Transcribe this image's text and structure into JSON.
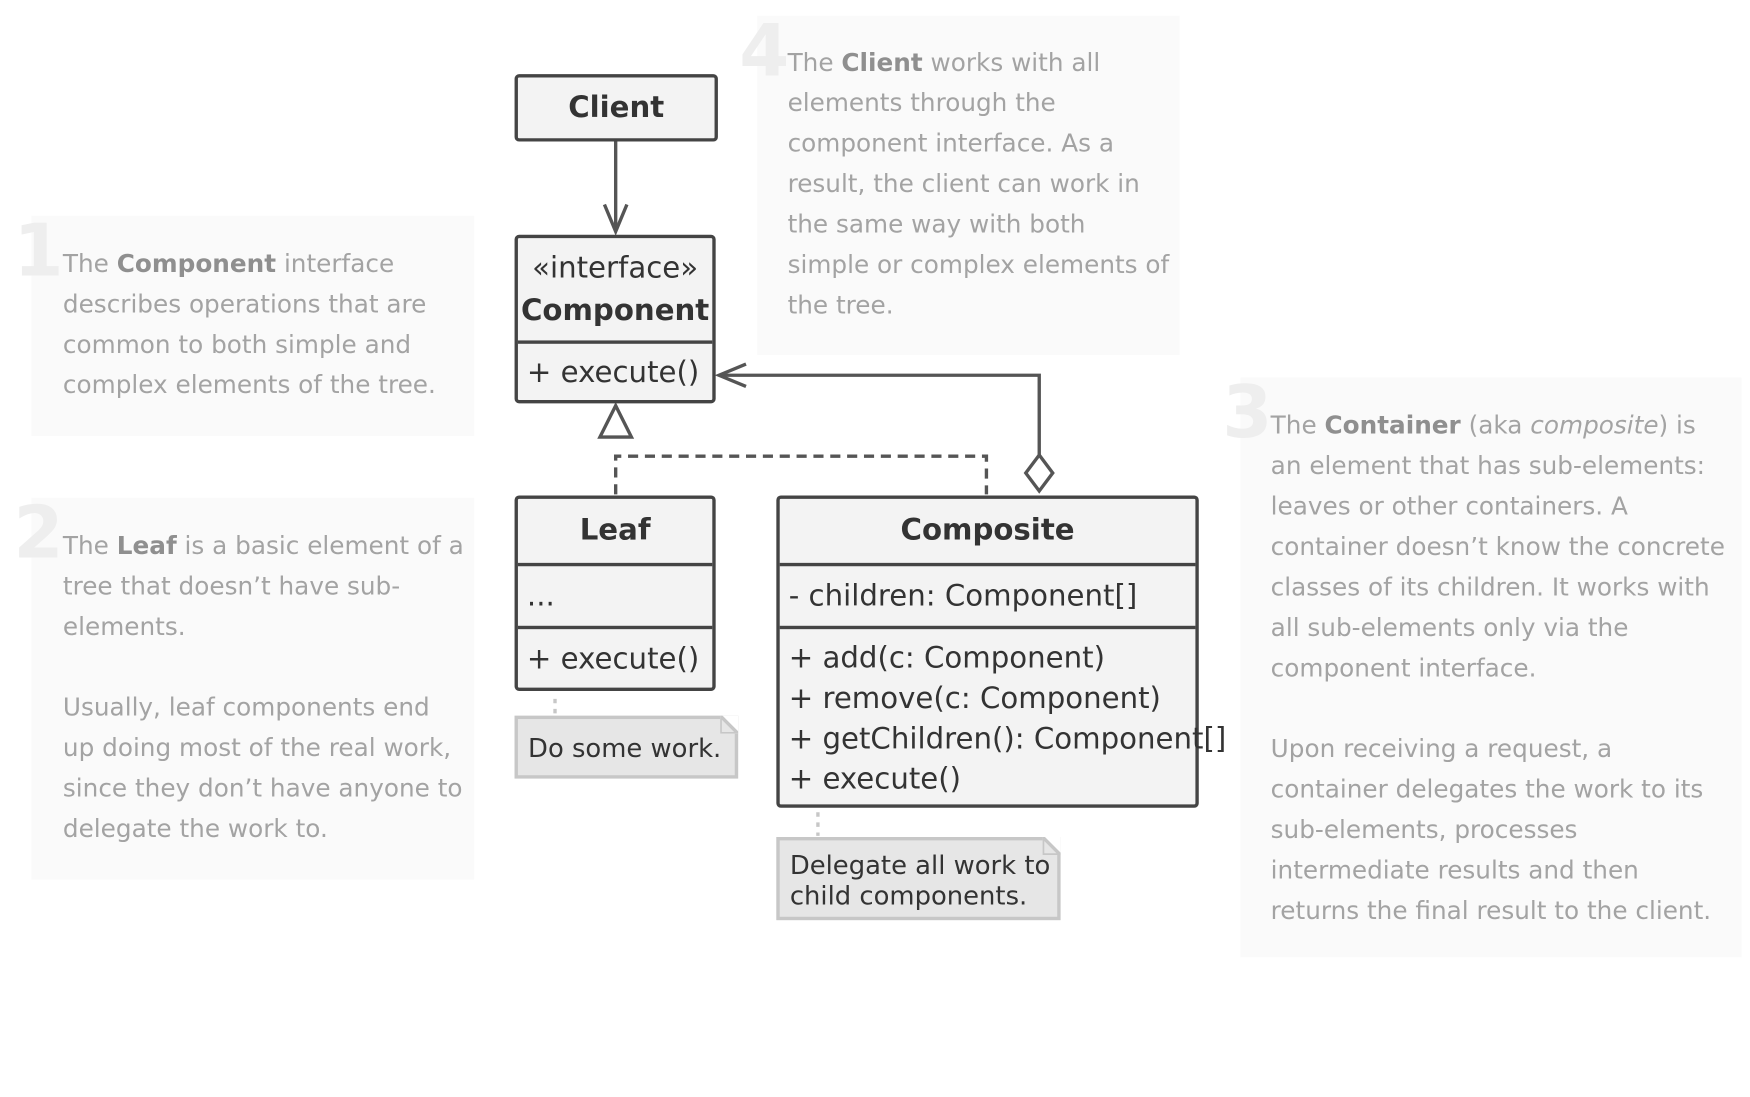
{
  "panels": {
    "p1": {
      "number": "1",
      "before": "The ",
      "bold": "Component",
      "after": " interface describes operations that are common to both simple and complex elements of the tree."
    },
    "p2": {
      "number": "2",
      "before": "The ",
      "bold": "Leaf",
      "after": " is a basic element of a tree that doesn’t have sub-elements.",
      "second": "Usually, leaf components end up doing most of the real work, since they don’t have anyone to delegate the work to."
    },
    "p3": {
      "number": "3",
      "before": "The ",
      "bold": "Container",
      "middle": " (aka ",
      "italic": "composite",
      "after": ") is an element that has sub-elements: leaves or other containers. A container doesn’t know the concrete classes of its children. It works with all sub-elements only via the component interface.",
      "second": "Upon receiving a request, a container delegates the work to its sub-elements, processes intermediate results and then returns the final result to the client."
    },
    "p4": {
      "number": "4",
      "before": "The ",
      "bold": "Client",
      "after": " works with all elements through the component interface. As a result, the client can work in the same way with both simple or complex elements of the tree."
    }
  },
  "uml": {
    "client": {
      "name": "Client"
    },
    "component": {
      "stereotype": "«interface»",
      "name": "Component",
      "methods": [
        "+ execute()"
      ]
    },
    "leaf": {
      "name": "Leaf",
      "fields": [
        "..."
      ],
      "methods": [
        "+ execute()"
      ]
    },
    "composite": {
      "name": "Composite",
      "fields": [
        "- children: Component[]"
      ],
      "methods": [
        "+ add(c: Component)",
        "+ remove(c: Component)",
        "+ getChildren(): Component[]",
        "+ execute()"
      ]
    }
  },
  "notes": {
    "leaf_note": "Do some work.",
    "composite_note_line1": "Delegate all work to",
    "composite_note_line2": "child components."
  }
}
